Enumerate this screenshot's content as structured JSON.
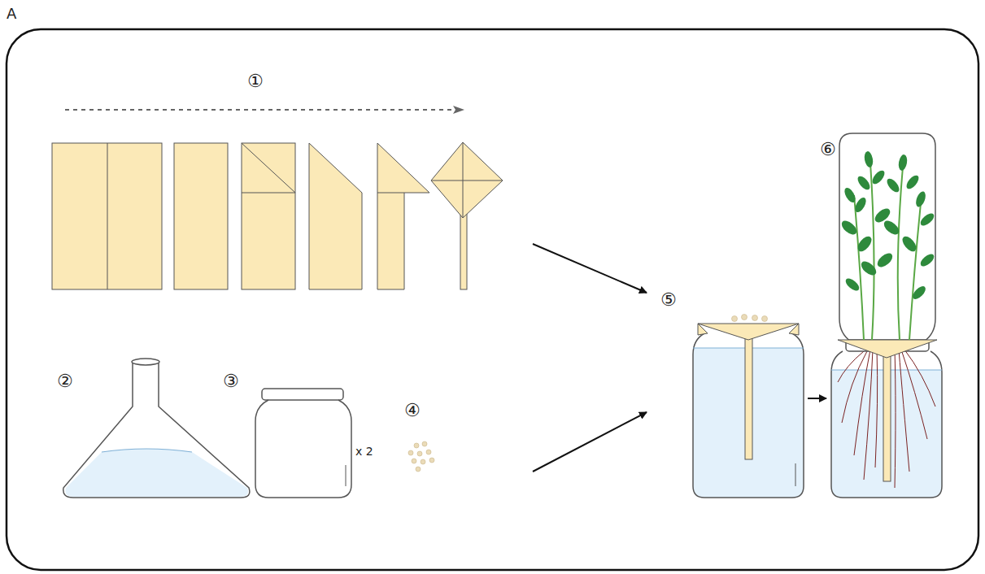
{
  "diagram": {
    "labels": [
      "A",
      "①",
      "②",
      "③",
      "④",
      "⑤",
      "⑥",
      "x 2"
    ]
  }
}
